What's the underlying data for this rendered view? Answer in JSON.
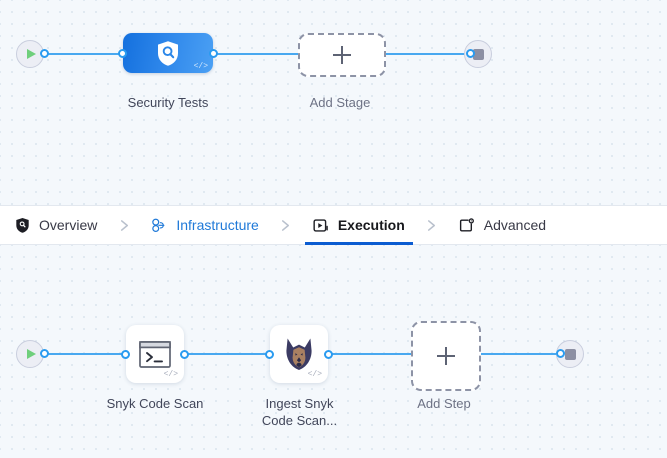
{
  "tabs": [
    {
      "label": "Overview",
      "icon": "shield-icon",
      "state": "normal"
    },
    {
      "label": "Infrastructure",
      "icon": "cluster-nodes-icon",
      "state": "link"
    },
    {
      "label": "Execution",
      "icon": "play-box-icon",
      "state": "active"
    },
    {
      "label": "Advanced",
      "icon": "window-gear-icon",
      "state": "normal"
    }
  ],
  "separator_icon": "chevron-right-icon",
  "stage_graph": {
    "start": {
      "icon": "play-icon"
    },
    "end": {
      "icon": "stop-icon"
    },
    "nodes": [
      {
        "label": "Security Tests",
        "icon": "shield-search-icon",
        "badge": "</>",
        "type": "stage"
      },
      {
        "label": "Add Stage",
        "icon": "plus-icon",
        "type": "add"
      }
    ]
  },
  "step_graph": {
    "start": {
      "icon": "play-icon"
    },
    "end": {
      "icon": "stop-icon"
    },
    "nodes": [
      {
        "label": "Snyk Code Scan",
        "icon": "terminal-icon",
        "badge": "</>",
        "type": "step"
      },
      {
        "label_line1": "Ingest Snyk",
        "label_line2": "Code Scan...",
        "label": "Ingest Snyk Code Scan...",
        "icon": "snyk-doberman-icon",
        "badge": "</>",
        "type": "step"
      },
      {
        "label": "Add Step",
        "icon": "plus-icon",
        "type": "add"
      }
    ]
  },
  "colors": {
    "canvas_bg": "#f4f8fc",
    "edge": "#48a8f0",
    "port": "#2a9bf0",
    "stage_gradient_from": "#1470de",
    "stage_gradient_to": "#4ba0f4",
    "active_tab_underline": "#0b5cd1",
    "link_tab_text": "#1f79d8",
    "play_green": "#6fcf7c",
    "stop_gray": "#8c8fa3",
    "dashed_border": "#8d93a6"
  }
}
